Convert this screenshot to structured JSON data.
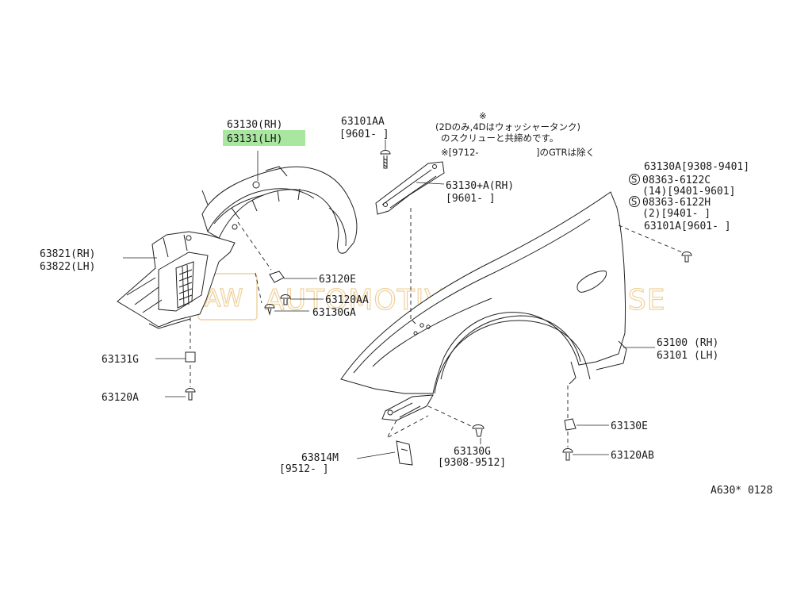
{
  "labels": {
    "l_63130_rh": "63130(RH)",
    "l_63131_lh": "63131(LH)",
    "l_63101aa": "63101AA",
    "l_9601_a": "[9601-    ]",
    "note_line1": "(2Dのみ,4Dはウォッシャータンク)",
    "note_line2": "のスクリューと共締めです。",
    "note_mark": "※",
    "note_gtr_a": "※[9712-",
    "note_gtr_b": "]のGTRは除く",
    "l_63130a_rh": "63130+A(RH)",
    "l_9601_b": "[9601-     ]",
    "l_63130a": "63130A[9308-9401]",
    "l_08363c": "08363-6122C",
    "l_14": "(14)[9401-9601]",
    "l_08363h": "08363-6122H",
    "l_2": "(2)[9401-    ]",
    "l_63101a": "63101A[9601-    ]",
    "l_63821": "63821(RH)",
    "l_63822": "63822(LH)",
    "l_63120e": "63120E",
    "l_63120aa": "63120AA",
    "l_63130ga": "63130GA",
    "l_63131g": "63131G",
    "l_63120a": "63120A",
    "l_63100": "63100 (RH)",
    "l_63101": "63101 (LH)",
    "l_63814m": "63814M",
    "l_9512": "[9512-    ]",
    "l_63130g": "63130G",
    "l_9308_9512": "[9308-9512]",
    "l_63130e": "63130E",
    "l_63120ab": "63120AB",
    "l_code": "A630* 0128",
    "s_mark": "S",
    "watermark_aw": "AW",
    "watermark_text": "AUTOMOTIVE WAREHOUSE"
  },
  "colors": {
    "highlight": "#a9e6a0",
    "watermark": "#e9c27a",
    "line": "#222222"
  }
}
